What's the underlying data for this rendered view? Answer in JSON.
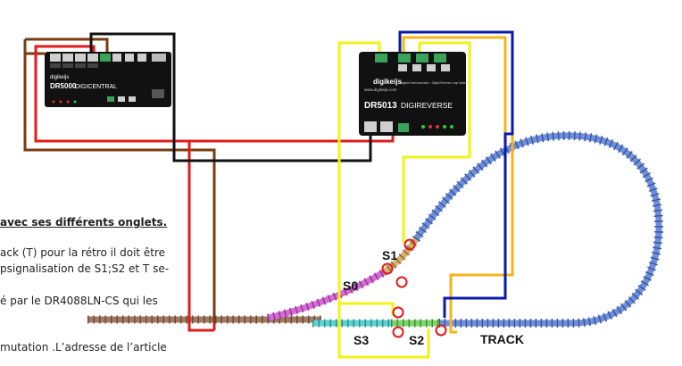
{
  "devices": {
    "dr5000": {
      "model": "DR5000",
      "subtitle": "DIGICENTRAL",
      "brand": "digikeijs",
      "color": "#111111"
    },
    "dr5013": {
      "brand": "digikeijs",
      "model": "DR5013",
      "subtitle": "DIGIREVERSE",
      "url": "www.digikeijs.com",
      "description": "Digitale Keerlusmodule · Digital Reverse Loop Module",
      "color": "#111111"
    }
  },
  "sections": {
    "s0": "S0",
    "s1": "S1",
    "s2": "S2",
    "s3": "S3",
    "track": "TRACK"
  },
  "document_text": {
    "line1": "avec ses différents  onglets.",
    "line2": "ack (T) pour la rétro il doit être",
    "line3": "psignalisation de S1;S2 et T se-",
    "line4": "é par le DR4088LN-CS qui les",
    "line5": "mutation .L’adresse de l’article"
  },
  "colors": {
    "wire_brown": "#7a3b12",
    "wire_red": "#e01b1b",
    "wire_black": "#111111",
    "wire_yellow": "#f2f21a",
    "wire_orange": "#f6b31a",
    "wire_blue": "#0a1aa8",
    "track_main": "#6f8fd6",
    "track_s0": "#d86ad8",
    "track_s1": "#d8b070",
    "track_s2": "#7ed36b",
    "track_s3": "#5fd0d0",
    "track_siding": "#a07a62",
    "marker": "#e01b1b"
  }
}
